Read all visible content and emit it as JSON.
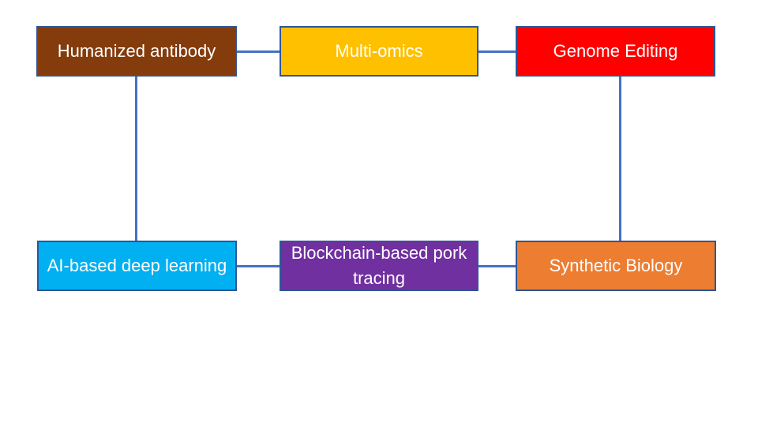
{
  "nodes": [
    {
      "id": "humanized-antibody",
      "label": "Humanized antibody",
      "color": "#843c0c"
    },
    {
      "id": "multi-omics",
      "label": "Multi-omics",
      "color": "#ffc000"
    },
    {
      "id": "genome-editing",
      "label": "Genome Editing",
      "color": "#ff0000"
    },
    {
      "id": "ai-deep-learning",
      "label": "AI-based deep learning",
      "color": "#00b0f0"
    },
    {
      "id": "blockchain-pork-tracing",
      "label": "Blockchain-based pork tracing",
      "color": "#7030a0"
    },
    {
      "id": "synthetic-biology",
      "label": "Synthetic Biology",
      "color": "#ed7d31"
    }
  ],
  "edges": [
    [
      "humanized-antibody",
      "multi-omics"
    ],
    [
      "multi-omics",
      "genome-editing"
    ],
    [
      "humanized-antibody",
      "ai-deep-learning"
    ],
    [
      "genome-editing",
      "synthetic-biology"
    ],
    [
      "ai-deep-learning",
      "blockchain-pork-tracing"
    ],
    [
      "blockchain-pork-tracing",
      "synthetic-biology"
    ]
  ],
  "style": {
    "connector_color": "#4472c4",
    "border_color": "#2f5597",
    "text_color": "#ffffff"
  }
}
